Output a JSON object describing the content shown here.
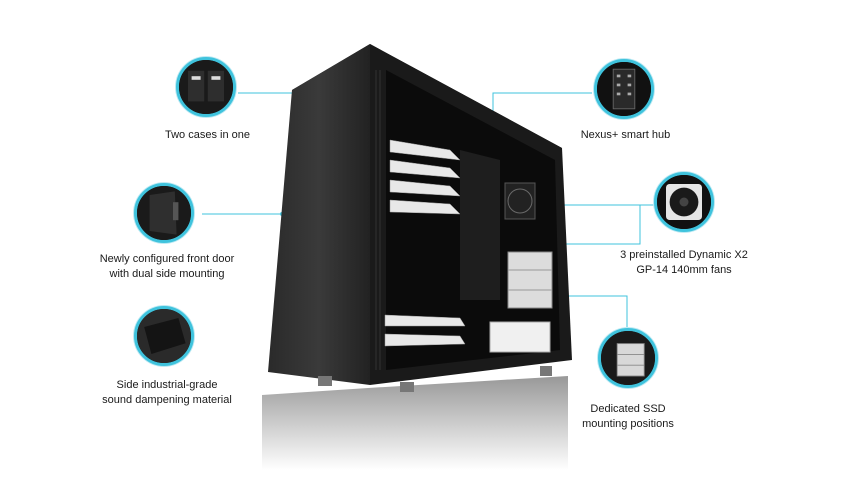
{
  "callouts": [
    {
      "id": "two-cases",
      "lines": [
        "Two cases in one"
      ],
      "icon": "dual-case-icon"
    },
    {
      "id": "front-door",
      "lines": [
        "Newly configured front door",
        "with dual side mounting"
      ],
      "icon": "door-icon"
    },
    {
      "id": "sound-dampening",
      "lines": [
        "Side industrial-grade",
        "sound dampening material"
      ],
      "icon": "panel-icon"
    },
    {
      "id": "nexus-hub",
      "lines": [
        "Nexus+ smart hub"
      ],
      "icon": "hub-icon"
    },
    {
      "id": "fans",
      "lines": [
        "3 preinstalled Dynamic X2",
        "GP-14 140mm fans"
      ],
      "icon": "fan-icon"
    },
    {
      "id": "ssd",
      "lines": [
        "Dedicated SSD",
        "mounting positions"
      ],
      "icon": "ssd-bracket-icon"
    }
  ],
  "colors": {
    "accent": "#3fc3dd",
    "case": "#1c1c1c",
    "background": "#ffffff"
  }
}
